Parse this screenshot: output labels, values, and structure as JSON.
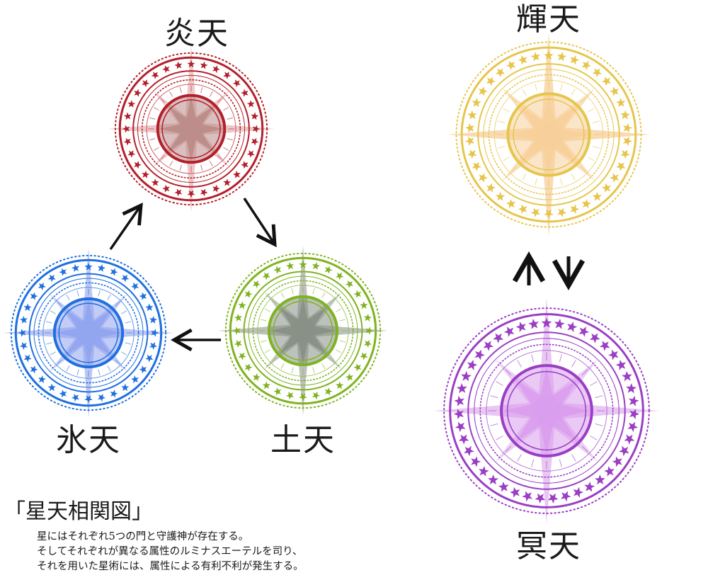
{
  "circles": [
    {
      "id": "en",
      "label": "炎天",
      "color": "#b31f2a",
      "fill": "#b98a86",
      "ray": "#e8b6b6"
    },
    {
      "id": "ki",
      "label": "輝天",
      "color": "#e6c54a",
      "fill": "#f7cf9a",
      "ray": "#f7cf9a"
    },
    {
      "id": "hyo",
      "label": "氷天",
      "color": "#1f6fe0",
      "fill": "#8fa3ef",
      "ray": "#a7b4ef"
    },
    {
      "id": "do",
      "label": "土天",
      "color": "#7fb320",
      "fill": "#858e83",
      "ray": "#a6aca4"
    },
    {
      "id": "mei",
      "label": "冥天",
      "color": "#9a3ec4",
      "fill": "#d99ced",
      "ray": "#e1b4ef"
    }
  ],
  "caption": {
    "title": "「星天相関図」",
    "lines": [
      "星にはそれぞれ5つの門と守護神が存在する。",
      "そしてそれぞれが異なる属性のルミナスエーテルを司り、",
      "それを用いた星術には、属性による有利不利が発生する。"
    ]
  }
}
